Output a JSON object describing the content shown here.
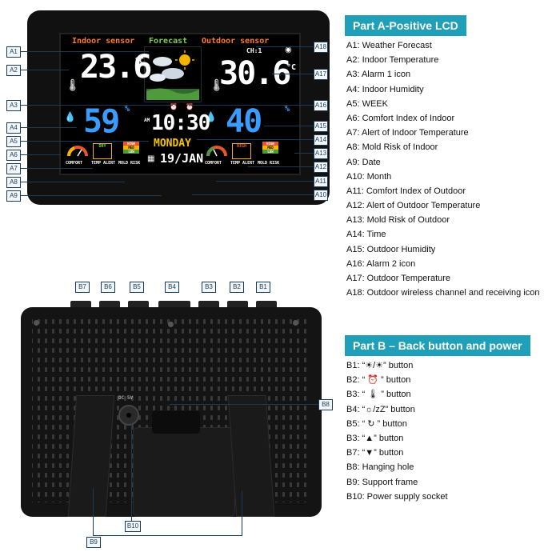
{
  "lcd": {
    "indoor_title": "Indoor sensor",
    "forecast_title": "Forecast",
    "outdoor_title": "Outdoor sensor",
    "indoor_temp": "23.6",
    "outdoor_temp": "30.6",
    "temp_unit": "°C",
    "indoor_humidity": "59",
    "outdoor_humidity": "40",
    "humidity_unit": "%",
    "channel": "CH:1",
    "time": "10:30",
    "am_label": "AM",
    "weekday": "MONDAY",
    "date": "19/JAN",
    "comfort_label": "COMFORT",
    "temp_alert_label": "TEMP ALERT",
    "mold_risk_label": "MOLD RISK",
    "alert_value": "DRY",
    "mold_levels": [
      "HIGH",
      "MED",
      "LOW"
    ],
    "outdoor_alert_value": "HIGH"
  },
  "callouts_a": [
    "A1",
    "A2",
    "A3",
    "A4",
    "A5",
    "A6",
    "A7",
    "A8",
    "A9",
    "A18",
    "A17",
    "A16",
    "A15",
    "A14",
    "A13",
    "A12",
    "A11",
    "A10"
  ],
  "callouts_b": [
    "B7",
    "B6",
    "B5",
    "B4",
    "B3",
    "B2",
    "B1",
    "B8",
    "B9",
    "B10"
  ],
  "back": {
    "dc_label": "DC 5V"
  },
  "part_a": {
    "title": "Part A-Positive LCD",
    "items": [
      "A1: Weather Forecast",
      "A2: Indoor Temperature",
      "A3: Alarm 1 icon",
      "A4: Indoor Humidity",
      "A5: WEEK",
      "A6: Comfort Index of Indoor",
      "A7: Alert of Indoor Temperature",
      "A8: Mold Risk of Indoor",
      "A9: Date",
      "A10: Month",
      "A11: Comfort Index of Outdoor",
      "A12: Alert of Outdoor Temperature",
      "A13: Mold Risk of Outdoor",
      "A14: Time",
      "A15: Outdoor Humidity",
      "A16: Alarm 2 icon",
      "A17: Outdoor Temperature",
      "A18: Outdoor wireless channel and receiving icon"
    ]
  },
  "part_b": {
    "title": "Part B – Back button and power",
    "items": [
      "B1: “☀/☀” button",
      "B2: “ ⏰ ” button",
      "B3: “ 🌡 ” button",
      "B4: “☼/zZ” button",
      "B5: “ ↻ ” button",
      "B3: “▲” button",
      "B7: “▼” button",
      "B8: Hanging hole",
      "B9: Support frame",
      "B10: Power supply socket"
    ]
  },
  "colors": {
    "panel_head": "#20a0b8",
    "lcd_bg": "#000000",
    "indoor_title": "#ff7a2a",
    "forecast_title": "#7fd04a",
    "outdoor_title": "#ff7a2a",
    "humidity": "#3a9cff",
    "weekday": "#f5c400"
  }
}
